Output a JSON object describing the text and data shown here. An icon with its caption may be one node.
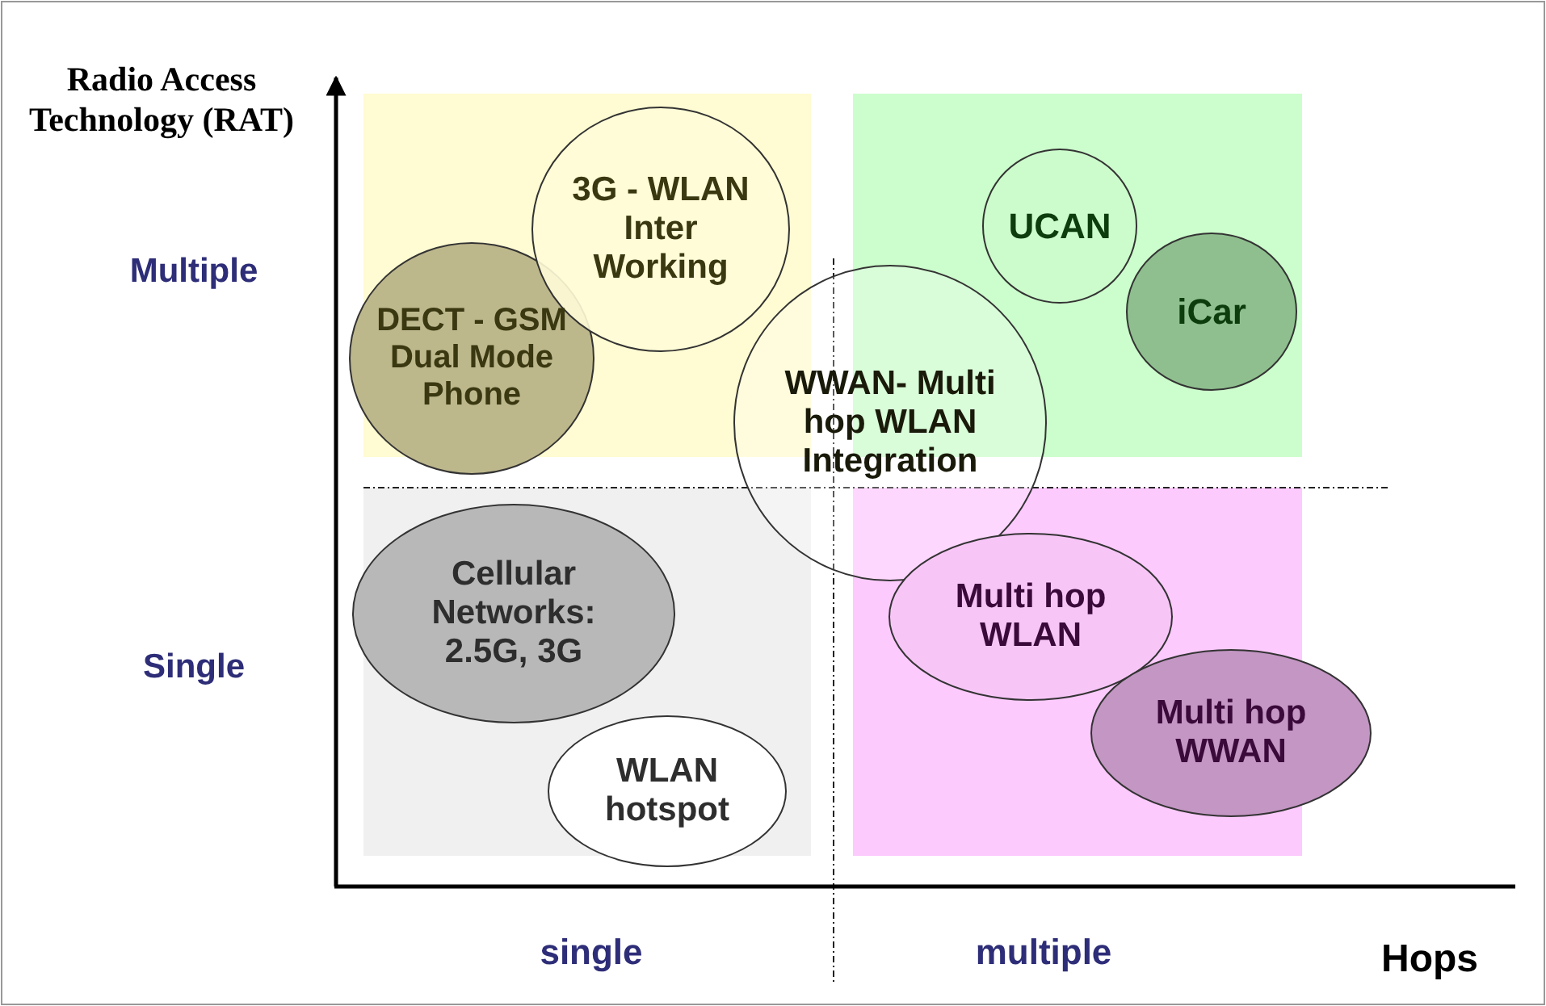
{
  "diagram": {
    "nodes": [
      {
        "text": [
          "DECT - GSM Dual Mode Phone"
        ]
      },
      {
        "text": [
          "3G - WLAN Inter Working"
        ]
      },
      {
        "text": [
          "UCAN"
        ]
      },
      {
        "text": [
          "iCar"
        ]
      },
      {
        "text": [
          "WWAN- Multi hop WLAN Integration"
        ]
      },
      {
        "text": [
          "Cellular Networks: 2.5G, 3G"
        ]
      },
      {
        "text": [
          "WLAN hotspot"
        ]
      },
      {
        "text": [
          "Multi hop WLAN"
        ]
      },
      {
        "text": [
          "Multi hop WWAN"
        ]
      }
    ],
    "labels": [
      "Radio Access Technology (RAT)",
      "Multiple",
      "Single",
      "single",
      "multiple",
      "Hops"
    ]
  }
}
